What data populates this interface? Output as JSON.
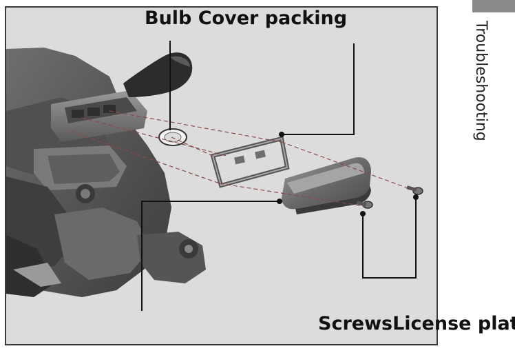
{
  "callouts": {
    "bulb_cover_packing": "Bulb Cover packing",
    "screws_license_plate": "ScrewsLicense plate"
  },
  "side_tab": {
    "label": "Troubleshooting"
  },
  "colors": {
    "frame_border": "#3a3a3a",
    "figure_background": "#dcdcdc",
    "leader_line": "#111111",
    "dashed_line": "#8a4a4a",
    "tab_fill": "#8a8a8a"
  }
}
